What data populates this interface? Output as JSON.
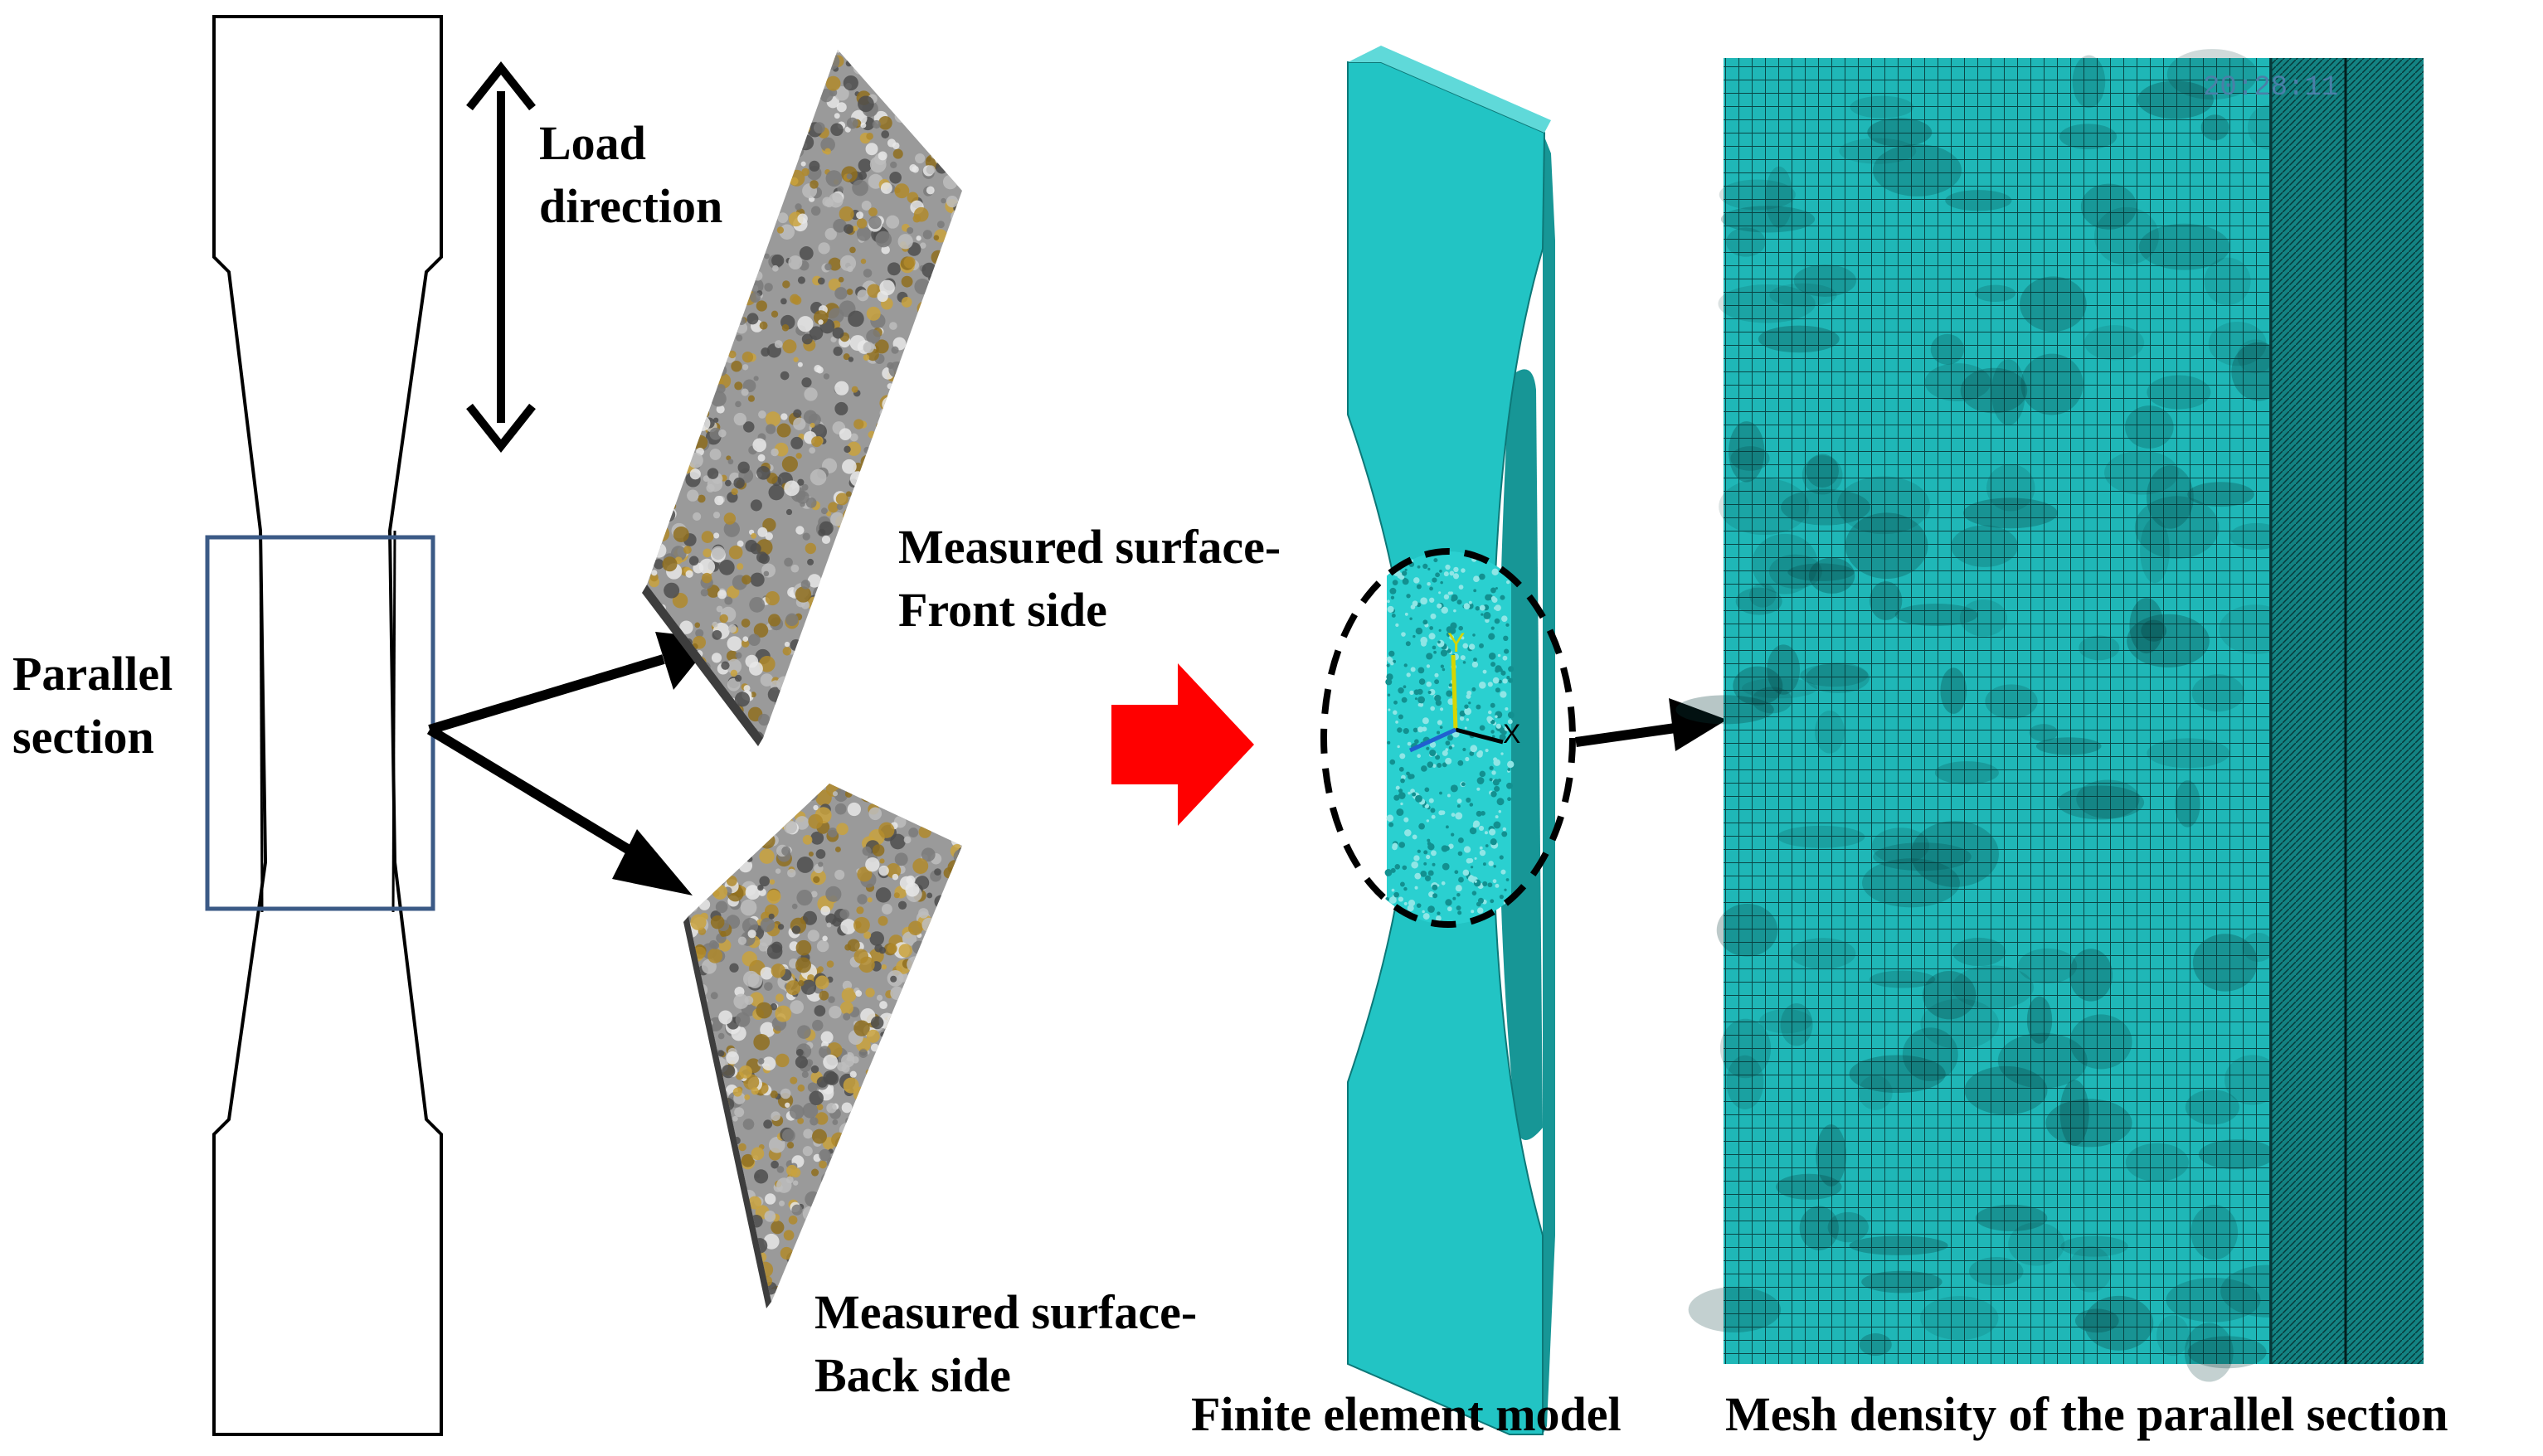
{
  "labels": {
    "load_direction": [
      "Load",
      "direction"
    ],
    "parallel_section": [
      "Parallel",
      "section"
    ],
    "front_surface": [
      "Measured surface-",
      "Front side"
    ],
    "back_surface": [
      "Measured surface-",
      "Back side"
    ],
    "fe_model": "Finite element model",
    "mesh_density": "Mesh density of the parallel section",
    "mesh_corner_text": "20:28:11"
  },
  "axes": {
    "x": "X",
    "y": "Y"
  },
  "colors": {
    "mesh_base": "#1fb7b7",
    "mesh_line": "#0a4646",
    "model_face": "#22c4c4",
    "model_side": "#179696",
    "highlight_box": "#3b5a86",
    "process_arrow": "#ff0000",
    "surface_gold": "#b08a2c",
    "surface_grey": "#9a9a9a",
    "axis_y": "#d6d600",
    "axis_x": "#000000"
  }
}
